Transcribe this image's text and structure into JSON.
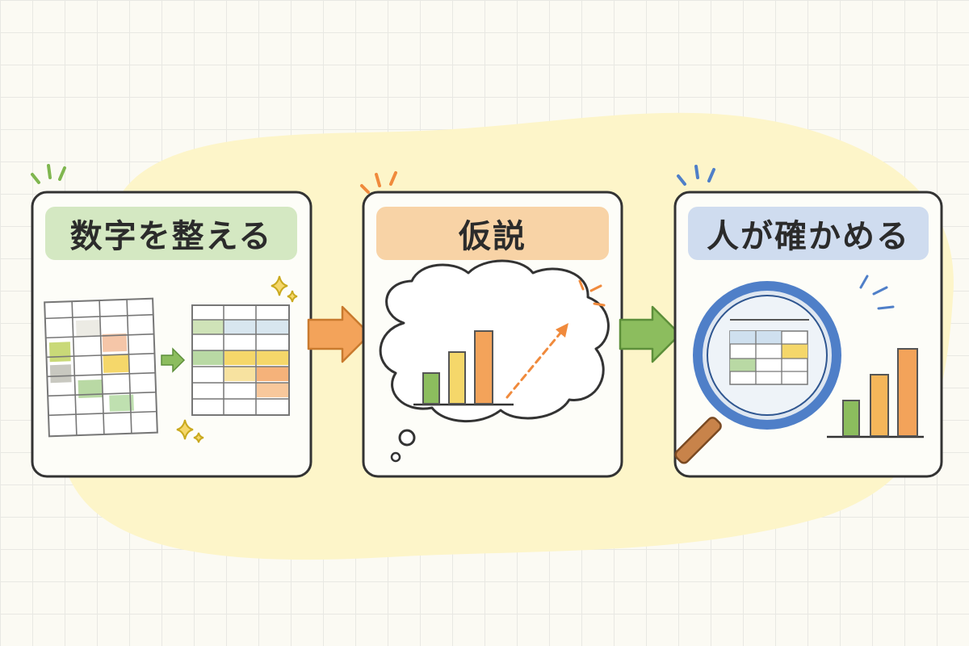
{
  "colors": {
    "green": "#8cbd5e",
    "green_label": "#d4e8c2",
    "orange": "#f3a35a",
    "orange_label": "#f8d3a6",
    "blue": "#4f7fc8",
    "blue_label": "#cfdcef",
    "yellow_blob": "#fdf5c9",
    "ink": "#2b2b2b"
  },
  "steps": [
    {
      "title": "数字を整える",
      "icon": "spreadsheet-tidy-icon"
    },
    {
      "title": "仮説",
      "icon": "thought-bubble-chart-icon"
    },
    {
      "title": "人が確かめる",
      "icon": "magnifier-chart-icon"
    }
  ],
  "connectors": [
    {
      "icon": "arrow-right-icon",
      "color": "orange"
    },
    {
      "icon": "arrow-right-icon",
      "color": "green"
    }
  ]
}
